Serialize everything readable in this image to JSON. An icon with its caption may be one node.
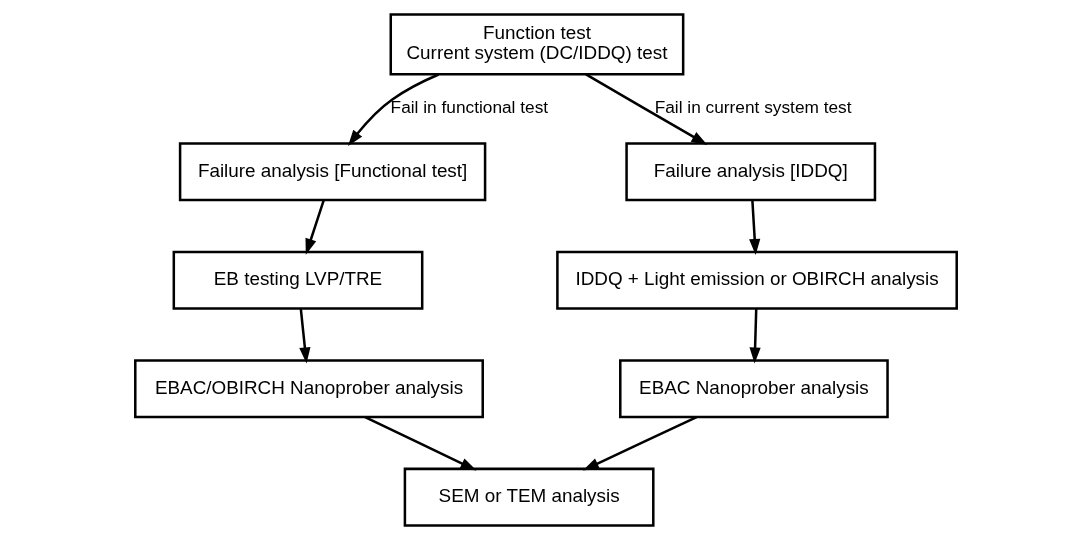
{
  "diagram": {
    "nodes": [
      {
        "text": [
          "Function test",
          "Current system (DC/IDDQ) test"
        ]
      },
      {
        "text": [
          "Failure analysis [Functional test]"
        ]
      },
      {
        "text": [
          "Failure analysis [IDDQ]"
        ]
      },
      {
        "text": [
          "EB testing LVP/TRE"
        ]
      },
      {
        "text": [
          "IDDQ + Light emission or OBIRCH analysis"
        ]
      },
      {
        "text": [
          "EBAC/OBIRCH Nanoprober analysis"
        ]
      },
      {
        "text": [
          "EBAC Nanoprober analysis"
        ]
      },
      {
        "text": [
          "SEM or TEM analysis"
        ]
      }
    ],
    "edges": [
      {
        "from": 0,
        "to": 1,
        "arrow": "to",
        "label": "Fail in functional test"
      },
      {
        "from": 0,
        "to": 2,
        "arrow": "to",
        "label": "Fail in current system test"
      },
      {
        "from": 1,
        "to": 3,
        "arrow": "to"
      },
      {
        "from": 3,
        "to": 5,
        "arrow": "to"
      },
      {
        "from": 2,
        "to": 4,
        "arrow": "to"
      },
      {
        "from": 4,
        "to": 6,
        "arrow": "to"
      },
      {
        "from": 5,
        "to": 7,
        "arrow": "to"
      },
      {
        "from": 6,
        "to": 7,
        "arrow": "to"
      }
    ]
  }
}
